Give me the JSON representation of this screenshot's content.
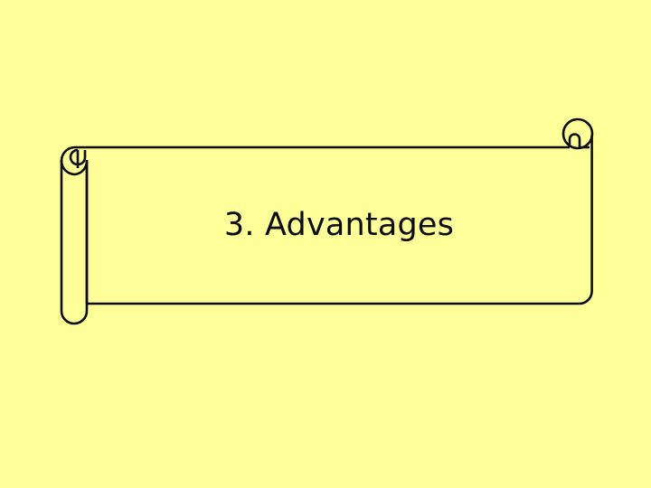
{
  "slide": {
    "background_color": "#ffff99",
    "title": "3. Advantages",
    "shape_name": "horizontal-scroll-banner",
    "shape_line_color": "#0c0c0c",
    "shape_fill_color": "#ffff99",
    "text_color": "#0c0c0c"
  },
  "banner": {
    "left_roll_label": "left-scroll-roll",
    "right_curl_label": "right-scroll-curl",
    "body_label": "scroll-body-panel"
  }
}
